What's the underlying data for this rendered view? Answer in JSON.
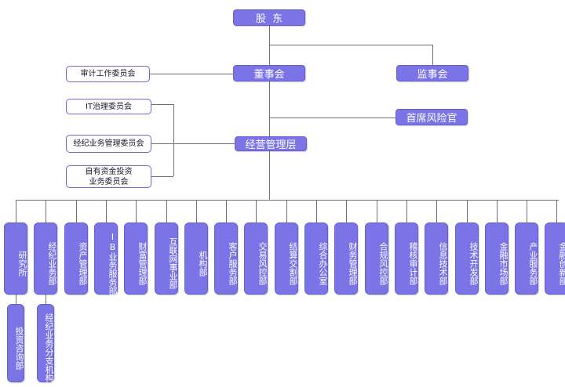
{
  "chart": {
    "shareholders": "股  东",
    "board": "董事会",
    "supervisors": "监事会",
    "audit_committee": "审计工作委员会",
    "cro": "首席风险官",
    "it_committee": "IT治理委员会",
    "brokerage_committee": "经纪业务管理委员会",
    "own_funds_committee": "自有资金投资\n业务委员会",
    "management": "经营管理层",
    "departments": [
      "研究所",
      "经纪业务部",
      "资产管理部",
      "IB业务服务部",
      "财富管理部",
      "互联网事业部",
      "机构部",
      "客户服务部",
      "交易风控部",
      "结算交割部",
      "综合办公室",
      "财务管理部",
      "合规风控部",
      "稽核审计部",
      "信息技术部",
      "技术开发部",
      "金融市场部",
      "产业服务部",
      "金融创新部"
    ],
    "sub_research": "投资咨询部",
    "sub_brokerage": "经纪业务分支机构"
  }
}
